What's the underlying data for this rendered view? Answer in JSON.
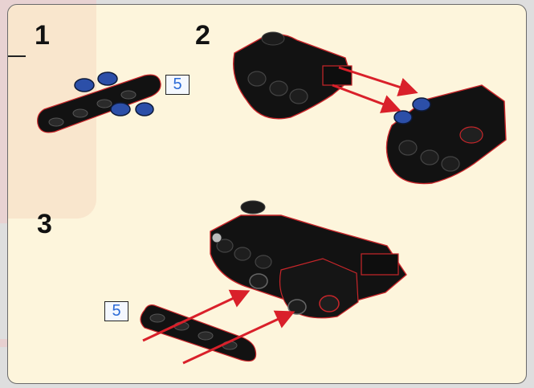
{
  "steps": [
    {
      "number": "1",
      "quantity": "5"
    },
    {
      "number": "2"
    },
    {
      "number": "3",
      "quantity": "5"
    }
  ],
  "colors": {
    "panel_background": "#fdf5dc",
    "panel_border": "#6a6a6a",
    "beam_black": "#111111",
    "piece_outline": "#c8262a",
    "connector_blue": "#2c4fa8",
    "arrow_red": "#d9202a",
    "quantity_text": "#2a6ad6"
  },
  "icons": [
    "lego-beam-icon",
    "blue-connector-peg-icon",
    "assembly-arrow-icon"
  ]
}
